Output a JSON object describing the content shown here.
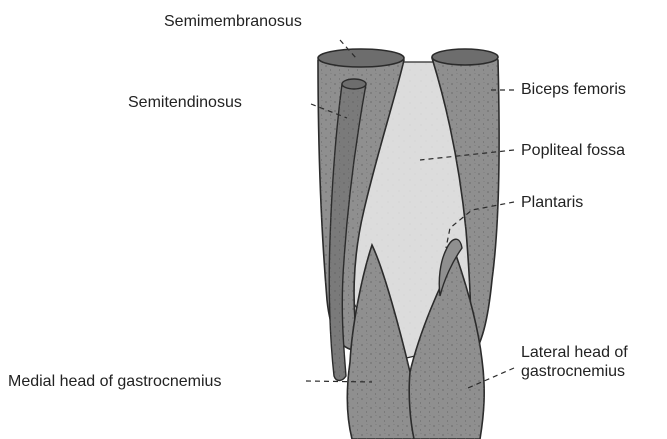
{
  "colors": {
    "muscle_fill": "#8f8f8f",
    "muscle_dark": "#6d6d6d",
    "tendon_fill": "#7a7a7a",
    "fossa_fill": "#dcdcdc",
    "outline": "#2b2b2b",
    "label_text": "#222222"
  },
  "labels": {
    "semimembranosus": "Semimembranosus",
    "semitendinosus": "Semitendinosus",
    "biceps_femoris": "Biceps femoris",
    "popliteal_fossa": "Popliteal fossa",
    "plantaris": "Plantaris",
    "lateral_head_line1": "Lateral head of",
    "lateral_head_line2": "gastrocnemius",
    "medial_head": "Medial head of gastrocnemius"
  }
}
